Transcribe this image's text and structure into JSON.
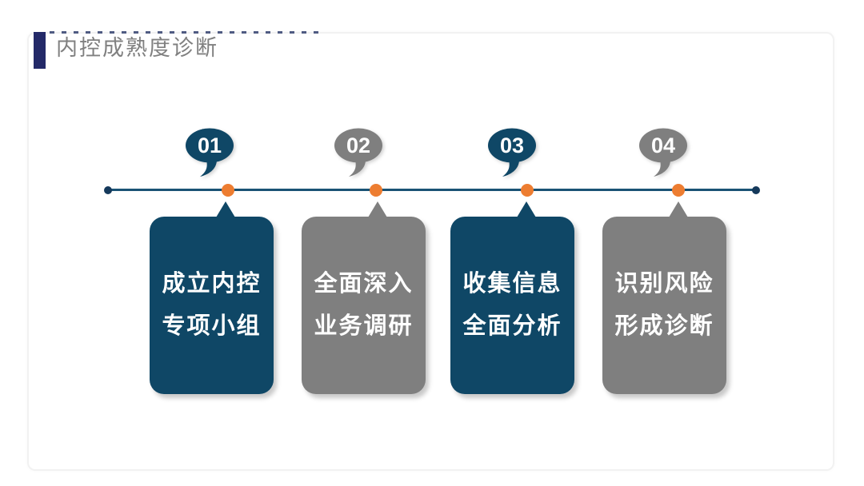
{
  "slide": {
    "title": "内控成熟度诊断"
  },
  "colors": {
    "navy": "#0F4766",
    "gray": "#7F7F7F",
    "orange": "#ED7D31",
    "timeline_line": "#1A5375",
    "endpoint_dot": "#15395B",
    "title_bar": "#232968",
    "title_text": "#808080",
    "card_text": "#FFFFFF"
  },
  "steps": [
    {
      "number": "01",
      "line1": "成立内控",
      "line2": "专项小组",
      "color": "#0F4766"
    },
    {
      "number": "02",
      "line1": "全面深入",
      "line2": "业务调研",
      "color": "#7F7F7F"
    },
    {
      "number": "03",
      "line1": "收集信息",
      "line2": "全面分析",
      "color": "#0F4766"
    },
    {
      "number": "04",
      "line1": "识别风险",
      "line2": "形成诊断",
      "color": "#7F7F7F"
    }
  ]
}
